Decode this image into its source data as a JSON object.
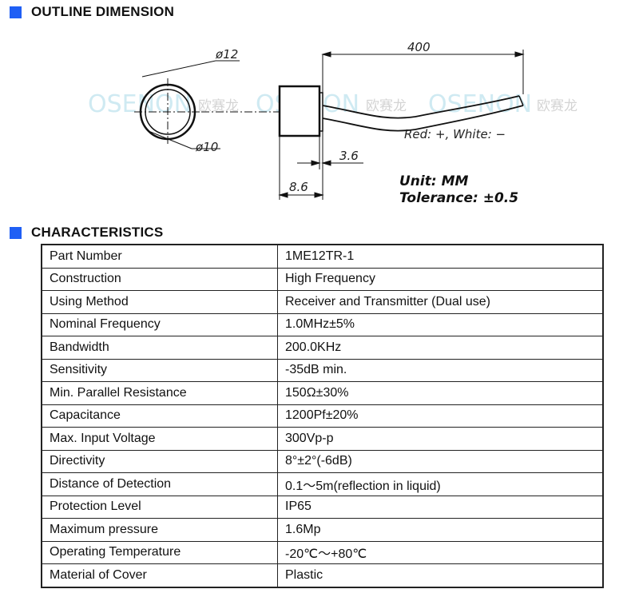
{
  "outline": {
    "heading": "OUTLINE DIMENSION",
    "dim_outer": "ø12",
    "dim_inner": "ø10",
    "dim_cable_length": "400",
    "dim_head_thickness": "3.6",
    "dim_total_depth": "8.6",
    "wire_note": "Red: +,  White: −",
    "unit": "Unit: MM",
    "tolerance": "Tolerance: ±0.5",
    "watermark_brand": "OSENON",
    "watermark_cn": "欧赛龙"
  },
  "characteristics": {
    "heading": "CHARACTERISTICS",
    "rows": [
      {
        "label": "Part Number",
        "value": "1ME12TR-1"
      },
      {
        "label": "Construction",
        "value": "High Frequency"
      },
      {
        "label": "Using Method",
        "value": "Receiver and Transmitter (Dual use)"
      },
      {
        "label": "Nominal Frequency",
        "value": "1.0MHz±5%"
      },
      {
        "label": "Bandwidth",
        "value": "200.0KHz"
      },
      {
        "label": "Sensitivity",
        "value": "-35dB min."
      },
      {
        "label": "Min. Parallel Resistance",
        "value": "150Ω±30%"
      },
      {
        "label": "Capacitance",
        "value": "1200Pf±20%"
      },
      {
        "label": "Max. Input Voltage",
        "value": "300Vp-p"
      },
      {
        "label": "Directivity",
        "value": "8°±2°(-6dB)"
      },
      {
        "label": "Distance of Detection",
        "value": "0.1～5m(reflection in liquid)"
      },
      {
        "label": "Protection Level",
        "value": "IP65"
      },
      {
        "label": "Maximum pressure",
        "value": "1.6Mp"
      },
      {
        "label": "Operating Temperature",
        "value": "-20℃～+80℃"
      },
      {
        "label": "Material of Cover",
        "value": "Plastic"
      }
    ]
  },
  "colors": {
    "accent": "#1f5ff5",
    "watermark": "#bfe3ee"
  }
}
